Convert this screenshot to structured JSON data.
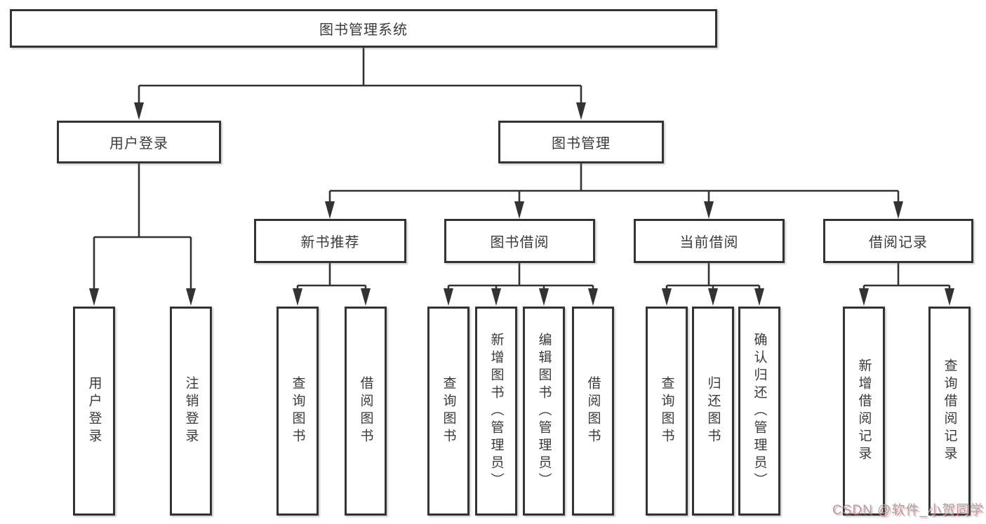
{
  "diagram": {
    "type": "tree",
    "nodes": {
      "root": {
        "label": "图书管理系统"
      },
      "user_login": {
        "label": "用户登录"
      },
      "book_management": {
        "label": "图书管理"
      },
      "new_book_recommend": {
        "label": "新书推荐"
      },
      "book_borrowing": {
        "label": "图书借阅"
      },
      "current_borrowing": {
        "label": "当前借阅"
      },
      "borrowing_records": {
        "label": "借阅记录"
      },
      "leaf_user_login": {
        "label": "用户登录"
      },
      "leaf_logout": {
        "label": "注销登录"
      },
      "nb_query_books": {
        "label": "查询图书"
      },
      "nb_borrow_books": {
        "label": "借阅图书"
      },
      "bb_query_books": {
        "label": "查询图书"
      },
      "bb_add_books": {
        "label": "新增图书（管理员）"
      },
      "bb_edit_books": {
        "label": "编辑图书（管理员）"
      },
      "bb_borrow_books": {
        "label": "借阅图书"
      },
      "cb_query_books": {
        "label": "查询图书"
      },
      "cb_return_books": {
        "label": "归还图书"
      },
      "cb_confirm_return": {
        "label": "确认归还（管理员）"
      },
      "br_add_record": {
        "label": "新增借阅记录"
      },
      "br_query_record": {
        "label": "查询借阅记录"
      }
    },
    "hierarchy": {
      "图书管理系统": {
        "用户登录": [
          "用户登录",
          "注销登录"
        ],
        "图书管理": {
          "新书推荐": [
            "查询图书",
            "借阅图书"
          ],
          "图书借阅": [
            "查询图书",
            "新增图书（管理员）",
            "编辑图书（管理员）",
            "借阅图书"
          ],
          "当前借阅": [
            "查询图书",
            "归还图书",
            "确认归还（管理员）"
          ],
          "借阅记录": [
            "新增借阅记录",
            "查询借阅记录"
          ]
        }
      }
    },
    "colors": {
      "line": "#333333",
      "box_border": "#333333",
      "box_background": "#ffffff",
      "text": "#3a3a3a",
      "watermark_text": "#a6a6a6",
      "watermark_accent": "#e85c74"
    }
  },
  "watermark": {
    "text": "CSDN @软件_小贺同学"
  }
}
